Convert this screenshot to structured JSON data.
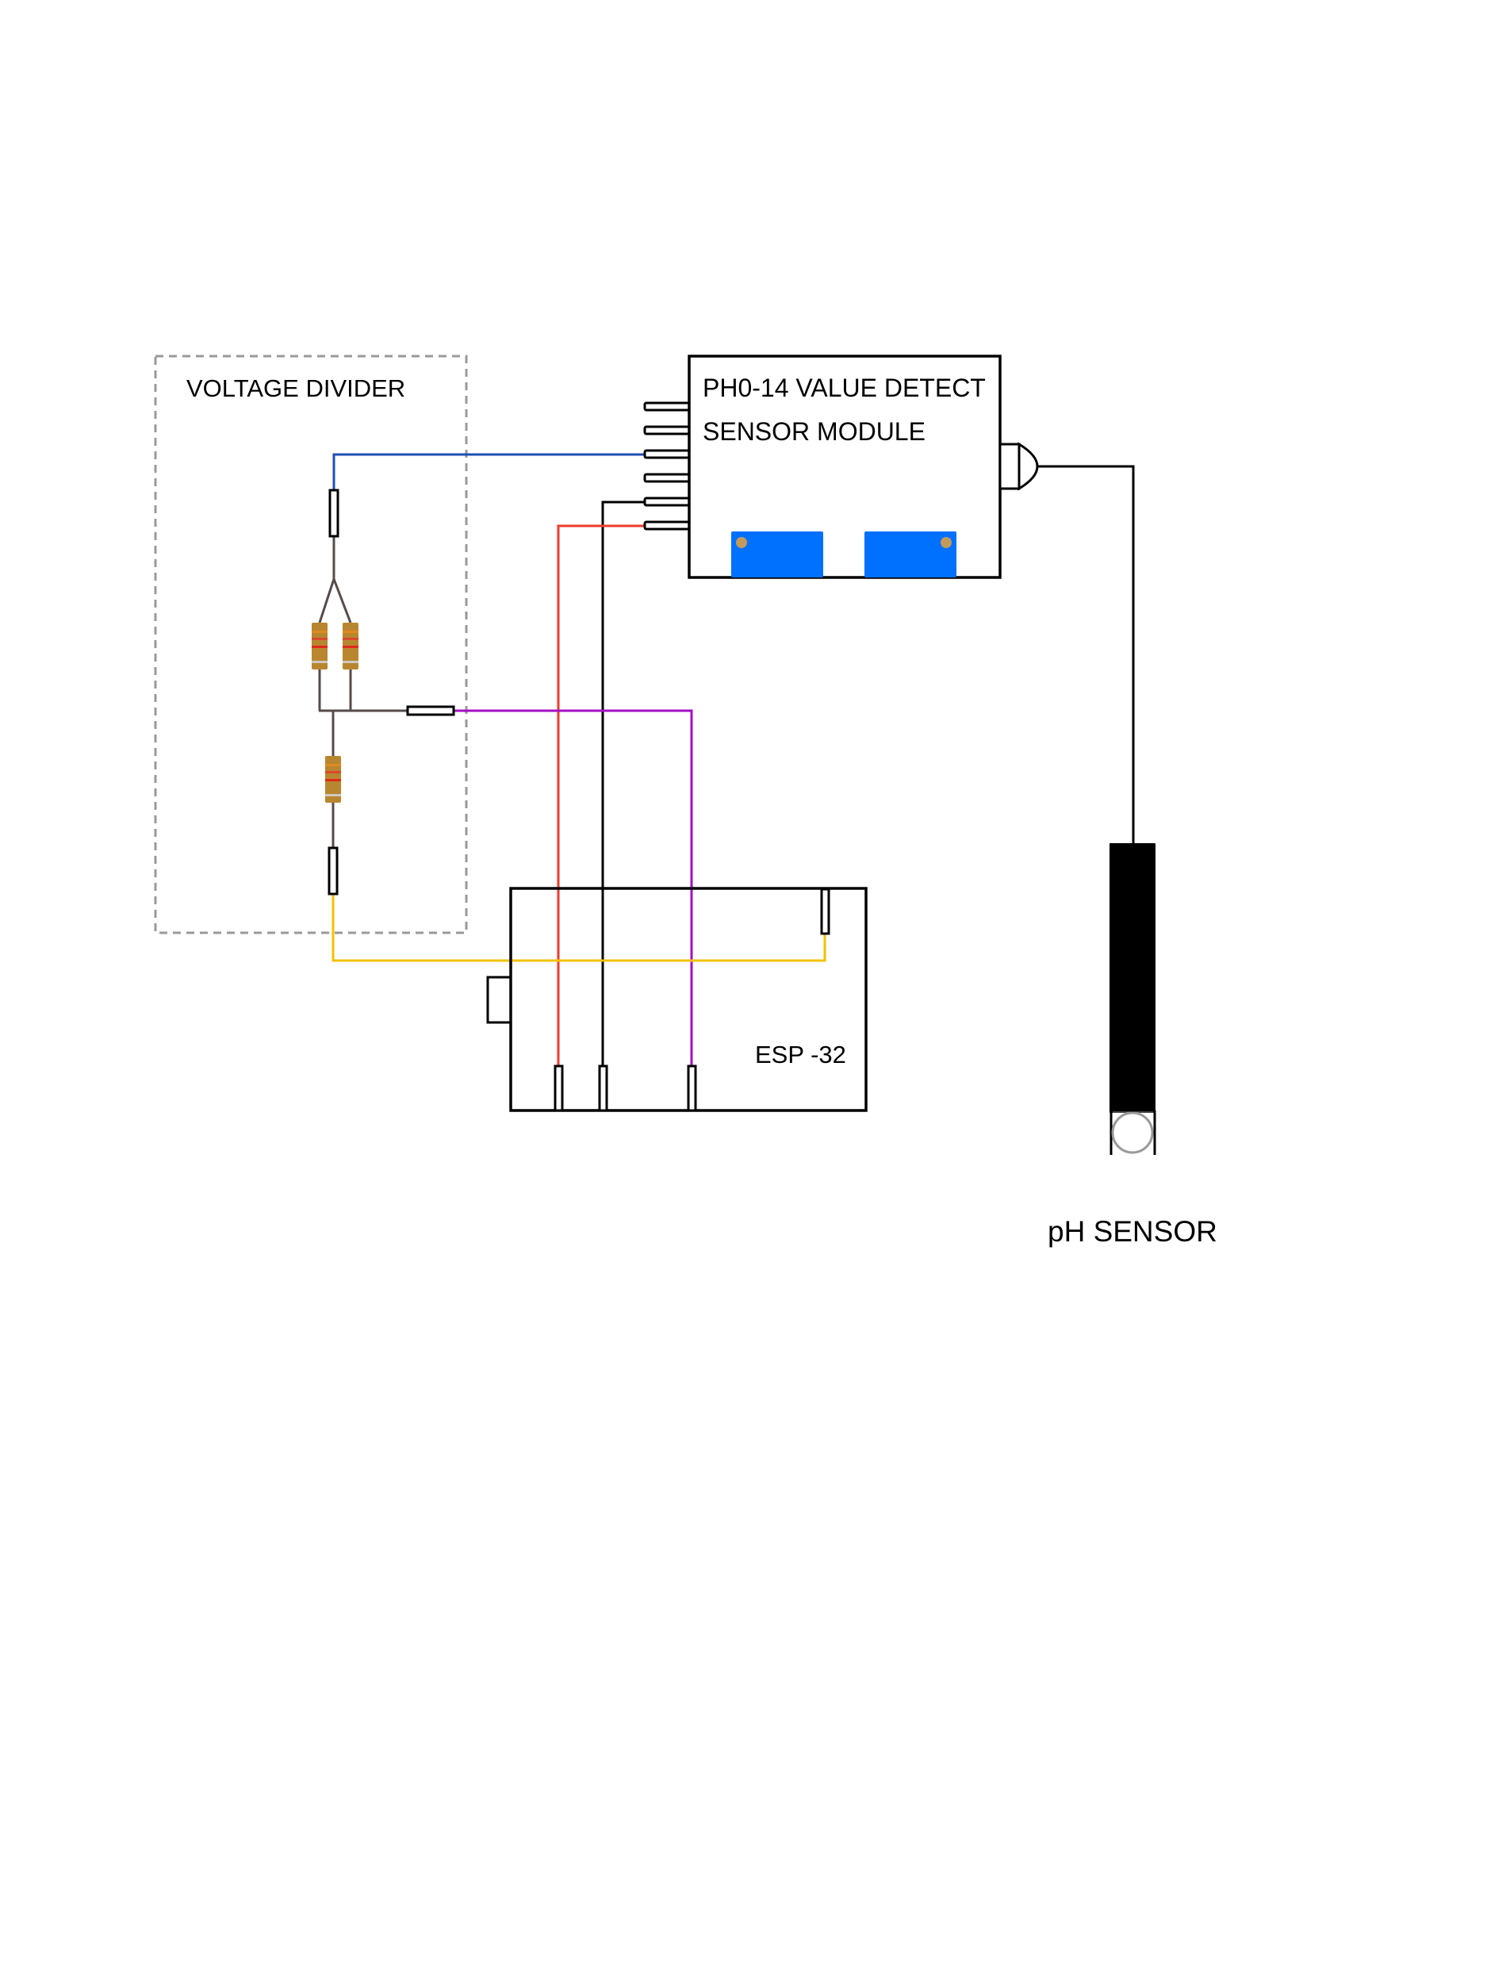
{
  "diagram": {
    "title": "pH sensor wiring diagram",
    "components": {
      "voltage_divider": {
        "label": "VOLTAGE DIVIDER",
        "resistor_count": 3
      },
      "ph_module": {
        "label_line1": "PH0-14 VALUE DETECT",
        "label_line2": "SENSOR MODULE",
        "pin_count": 6,
        "potentiometer_count": 2
      },
      "esp32": {
        "label": "ESP -32"
      },
      "ph_sensor": {
        "label": "pH SENSOR"
      }
    },
    "wires": [
      {
        "name": "blue-wire",
        "from": "ph_module pin 3",
        "to": "voltage_divider input",
        "color": "#1f4fb5"
      },
      {
        "name": "black-wire",
        "from": "ph_module pin 5",
        "to": "esp32 pin 2",
        "color": "#000000"
      },
      {
        "name": "red-wire",
        "from": "ph_module pin 6",
        "to": "esp32 pin 1",
        "color": "#ee3b2b"
      },
      {
        "name": "purple-wire",
        "from": "voltage_divider output",
        "to": "esp32 pin 3",
        "color": "#a30fc4"
      },
      {
        "name": "yellow-wire",
        "from": "voltage_divider ground",
        "to": "esp32 top pin",
        "color": "#f2c200"
      },
      {
        "name": "probe-cable",
        "from": "ph_module connector",
        "to": "ph_sensor",
        "color": "#000000"
      }
    ],
    "colors": {
      "resistor_body": "#b8862f",
      "resistor_band_orange": "#e08a1e",
      "resistor_band_red": "#d94a2a",
      "resistor_band_red2": "#e02a1a",
      "resistor_band_silver": "#d0c8c0",
      "potentiometer": "#0070ff",
      "potentiometer_dot": "#c49a5c",
      "dashed_box": "#999999",
      "divider_wire": "#564b4b"
    }
  }
}
